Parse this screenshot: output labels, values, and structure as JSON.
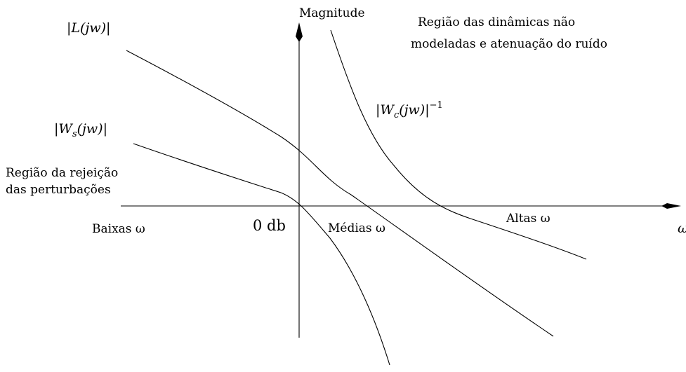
{
  "axes": {
    "y_label": "Magnitude",
    "x_label": "ω",
    "zero_label": "0 db"
  },
  "regions": {
    "low_freq": "Baixas ω",
    "mid_freq": "Médias ω",
    "high_freq": "Altas ω",
    "disturbance_line1": "Região da rejeição",
    "disturbance_line2": "das perturbações",
    "noise_line1": "Região das dinâmicas não",
    "noise_line2": "modeladas e atenuação do ruído"
  },
  "curves": {
    "L": {
      "bar_left": "|",
      "name": "L",
      "arg": "(jw)",
      "bar_right": "|"
    },
    "Ws": {
      "bar_left": "|",
      "name": "W",
      "sub": "s",
      "arg": "(jw)",
      "bar_right": "|"
    },
    "Wc": {
      "bar_left": "|",
      "name": "W",
      "sub": "c",
      "arg": "(jw)",
      "bar_right": "|",
      "sup": "−1"
    }
  }
}
